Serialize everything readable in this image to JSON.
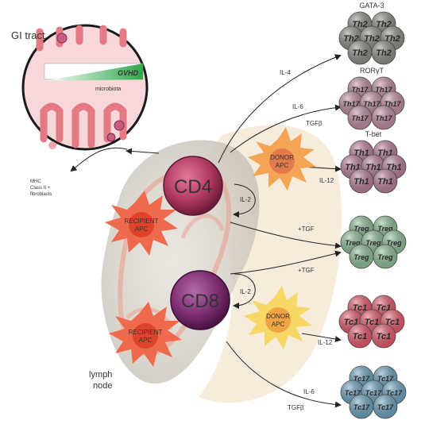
{
  "gi_tract": {
    "title": "GI tract",
    "gradient_label": "GVHD",
    "microbiota_label": "microbiota"
  },
  "fibroblast_label": {
    "line1": "MHC",
    "line2": "Class II +",
    "line3": "fibroblasts"
  },
  "lymph_node": {
    "line1": "lymph",
    "line2": "node"
  },
  "cells": {
    "cd4": "CD4",
    "cd8": "CD8",
    "recipient_apc_top": [
      "RECIPIENT",
      "APC"
    ],
    "recipient_apc_bottom": [
      "RECIPIENT",
      "APC"
    ],
    "donor_apc_top": [
      "DONOR",
      "APC"
    ],
    "donor_apc_bottom": [
      "DONOR",
      "APC"
    ]
  },
  "signals": {
    "il4": "IL-4",
    "il6_top": "IL-6",
    "tgfb_top": "TGFβ",
    "il12_top": "IL-12",
    "il2_top": "IL-2",
    "tgf_cd4": "+TGF",
    "tgf_cd8": "+TGF",
    "il2_bottom": "IL-2",
    "il12_bottom": "IL-12",
    "il6_bottom": "IL-6",
    "tgfb_bottom": "TGFβ"
  },
  "clusters": [
    {
      "factor": "GATA-3",
      "cell": "Th2",
      "color": "#8f8d86"
    },
    {
      "factor": "RORγT",
      "cell": "Th17",
      "color": "#c08ca2"
    },
    {
      "factor": "T-bet",
      "cell": "Th1",
      "color": "#b9809a"
    },
    {
      "factor": "",
      "cell": "Treg",
      "color": "#8fbf98"
    },
    {
      "factor": "",
      "cell": "Tc1",
      "color": "#e55b6b"
    },
    {
      "factor": "",
      "cell": "Tc17",
      "color": "#6ea3bf"
    }
  ]
}
